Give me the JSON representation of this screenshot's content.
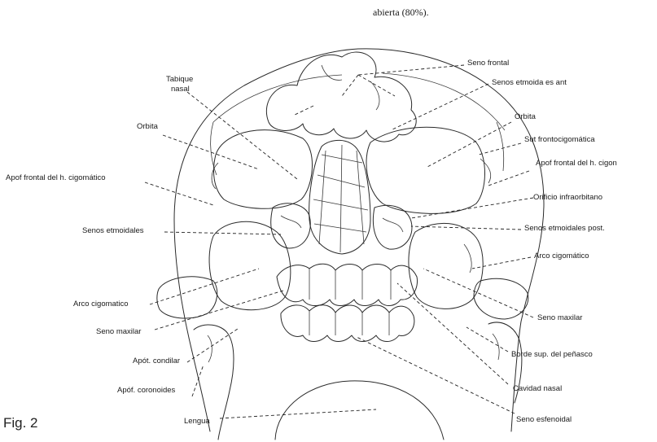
{
  "caption": "abierta (80%).",
  "figure_label": "Fig. 2",
  "labels": {
    "seno_frontal": "Seno frontal",
    "tabique_nasal_1": "Tabique",
    "tabique_nasal_2": "nasal",
    "senos_etmoidales_ant": "Senos etmoida es ant",
    "orbita_left": "Orbita",
    "orbita_right": "Orbita",
    "sut_frontocigomatica": "Sut frontocigomática",
    "apof_frontal_left": "Apof frontal del h. cigomático",
    "apof_frontal_right": "Apof frontal del h. cigon",
    "orificio_infraorbitario": "Orificio infraorbitano",
    "senos_etmoidales": "Senos etmoidales",
    "senos_etmoidales_post": "Senos etmoidales post.",
    "arco_cigomatico_right": "Arco cigomático",
    "arco_cigomatico_left": "Arco cigomatico",
    "seno_maxilar_right": "Seno maxilar",
    "seno_maxilar_left": "Seno maxilar",
    "apof_condilar": "Apót. condilar",
    "borde_sup_penasco": "Borde sup. del peñasco",
    "apof_coronoides": "Apóf. coronoides",
    "cavidad_nasal": "Cavidad nasal",
    "lengua": "Lengua",
    "seno_esfenoidal": "Seno esfenoidal"
  }
}
